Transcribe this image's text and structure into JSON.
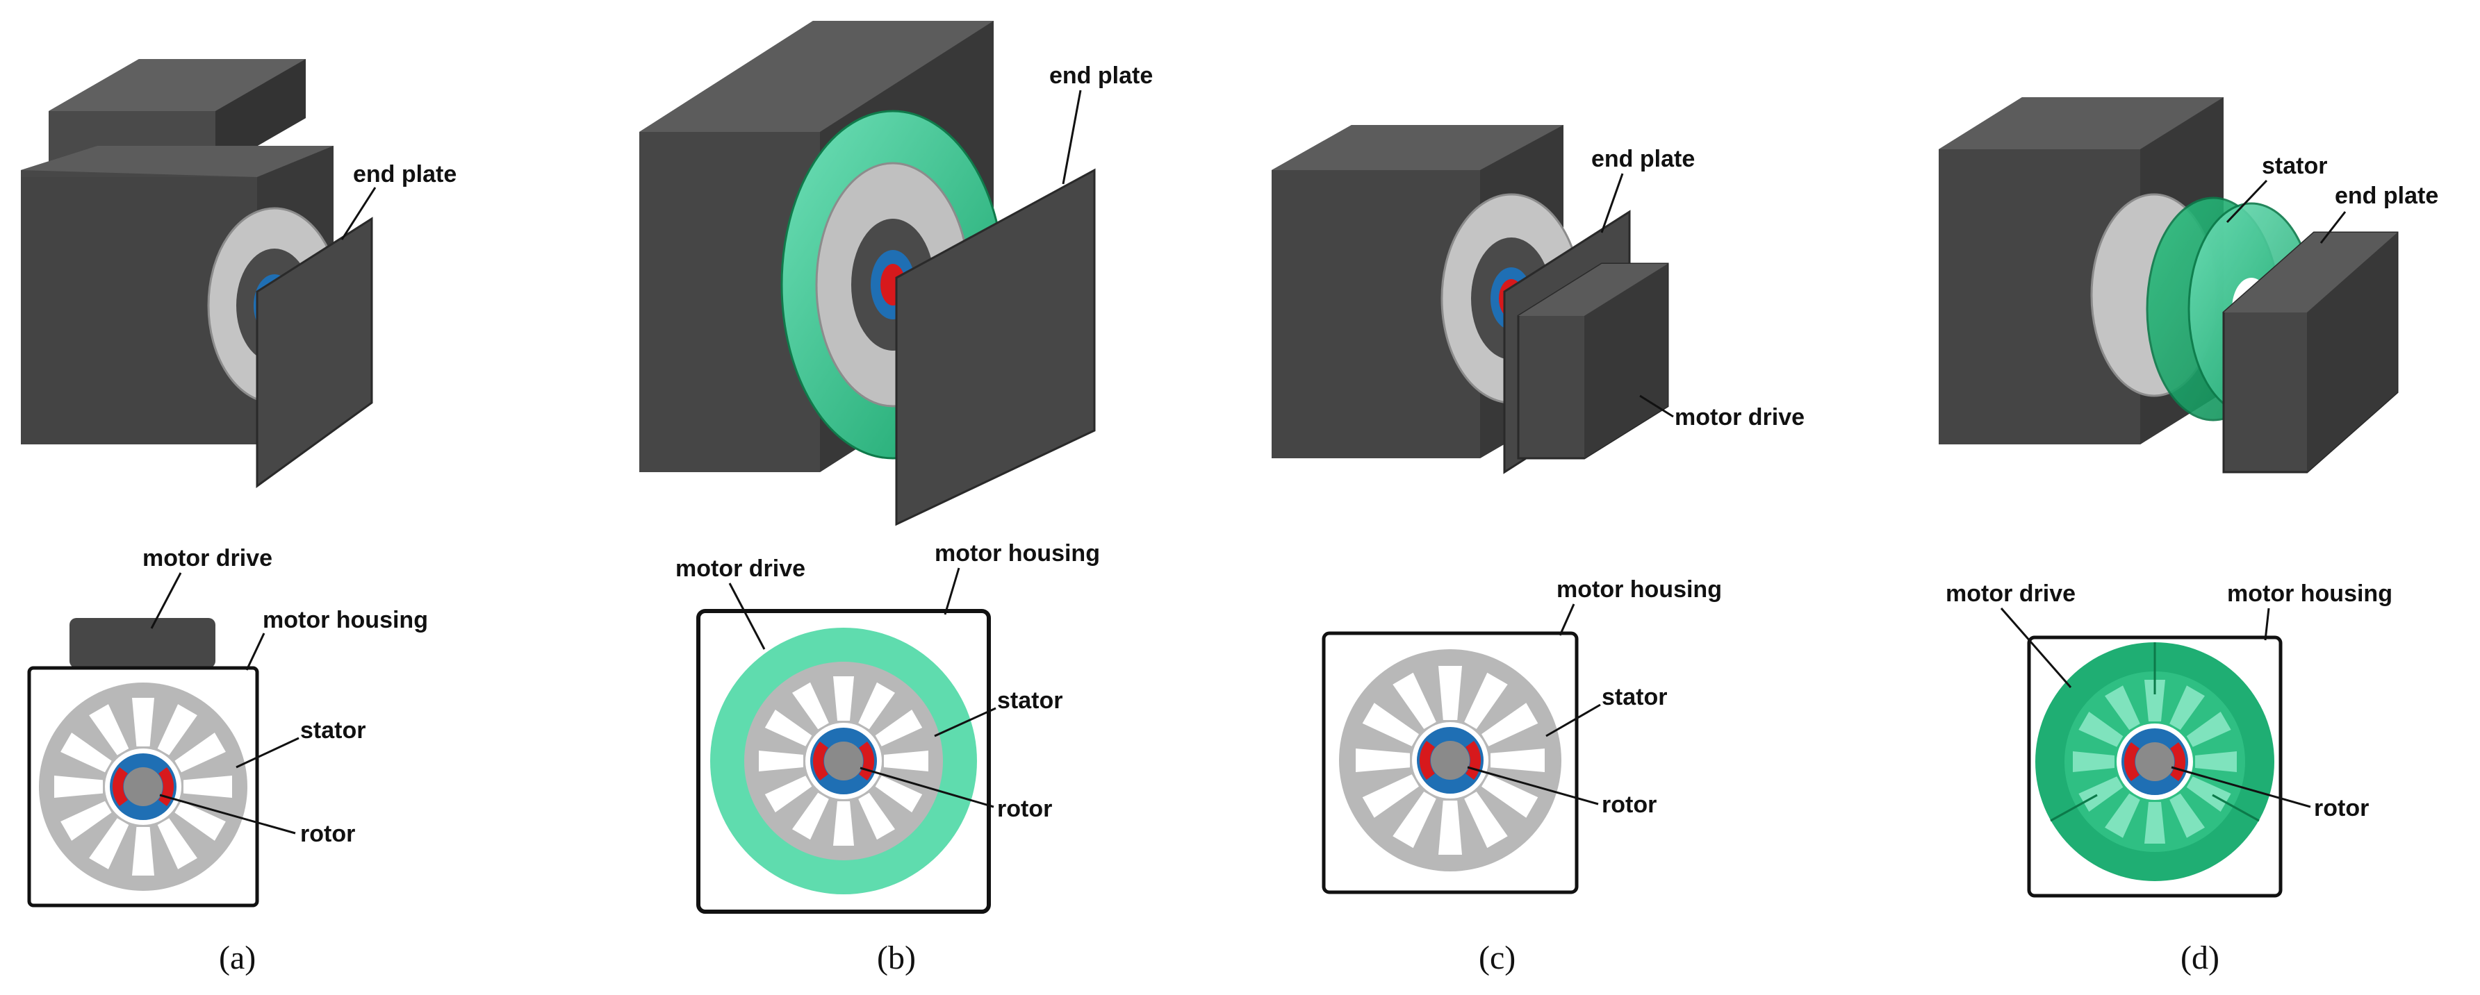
{
  "panels": [
    {
      "id": "a",
      "caption": "(a)",
      "iso_labels": {
        "end_plate": "end plate"
      },
      "front_labels": {
        "motor_drive": "motor drive",
        "motor_housing": "motor housing",
        "stator": "stator",
        "rotor": "rotor"
      }
    },
    {
      "id": "b",
      "caption": "(b)",
      "iso_labels": {
        "end_plate": "end plate"
      },
      "front_labels": {
        "motor_drive": "motor drive",
        "motor_housing": "motor housing",
        "stator": "stator",
        "rotor": "rotor"
      }
    },
    {
      "id": "c",
      "caption": "(c)",
      "iso_labels": {
        "end_plate": "end plate",
        "motor_drive": "motor drive"
      },
      "front_labels": {
        "motor_housing": "motor housing",
        "stator": "stator",
        "rotor": "rotor"
      }
    },
    {
      "id": "d",
      "caption": "(d)",
      "iso_labels": {
        "stator": "stator",
        "end_plate": "end plate"
      },
      "front_labels": {
        "motor_drive": "motor drive",
        "motor_housing": "motor housing",
        "rotor": "rotor"
      }
    }
  ],
  "colors": {
    "housing_front": "#474747",
    "housing_top": "#5c5c5c",
    "housing_side": "#3a3a3a",
    "stator": "#b8b8b8",
    "drive_green": "#1fae73",
    "drive_green_light": "#5fdcae",
    "magnet_red": "#d7191c",
    "magnet_blue": "#1f6fb4",
    "shaft": "#8a8a8a"
  }
}
